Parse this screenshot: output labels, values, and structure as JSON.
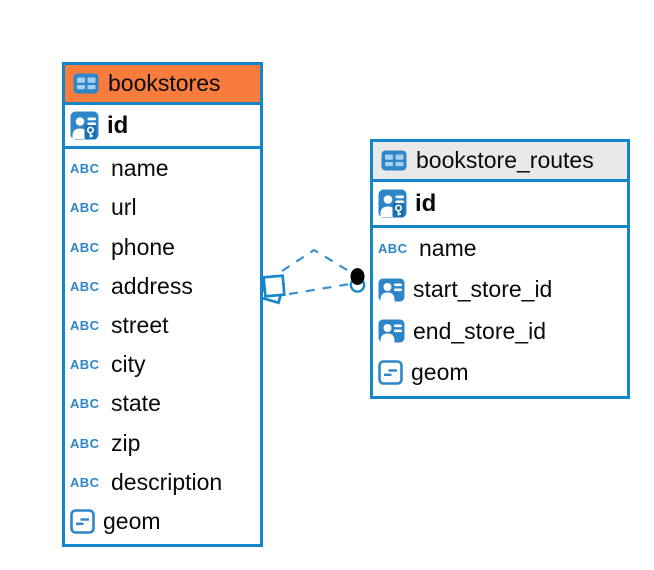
{
  "diagram": {
    "relationship": {
      "from_table": "bookstores",
      "to_table": "bookstore_routes",
      "line_style": "dashed"
    },
    "icons": {
      "text_type_label": "ABC"
    },
    "colors": {
      "table_border": "#1586C9",
      "bookstores_header_bg": "#F87C3E",
      "routes_header_bg": "#E9E9E9",
      "icon_blue": "#2E86C8",
      "icon_blue_dark": "#1B6FB5",
      "icon_cell_light": "#A6D0EE",
      "connector_blue": "#3E8FD0",
      "text": "#0a0a0a"
    },
    "tables": [
      {
        "name": "bookstores",
        "primary_key": "id",
        "columns": [
          {
            "name": "name",
            "type": "text"
          },
          {
            "name": "url",
            "type": "text"
          },
          {
            "name": "phone",
            "type": "text"
          },
          {
            "name": "address",
            "type": "text"
          },
          {
            "name": "street",
            "type": "text"
          },
          {
            "name": "city",
            "type": "text"
          },
          {
            "name": "state",
            "type": "text"
          },
          {
            "name": "zip",
            "type": "text"
          },
          {
            "name": "description",
            "type": "text"
          },
          {
            "name": "geom",
            "type": "geometry"
          }
        ]
      },
      {
        "name": "bookstore_routes",
        "primary_key": "id",
        "columns": [
          {
            "name": "name",
            "type": "text"
          },
          {
            "name": "start_store_id",
            "type": "reference"
          },
          {
            "name": "end_store_id",
            "type": "reference"
          },
          {
            "name": "geom",
            "type": "geometry"
          }
        ]
      }
    ]
  }
}
